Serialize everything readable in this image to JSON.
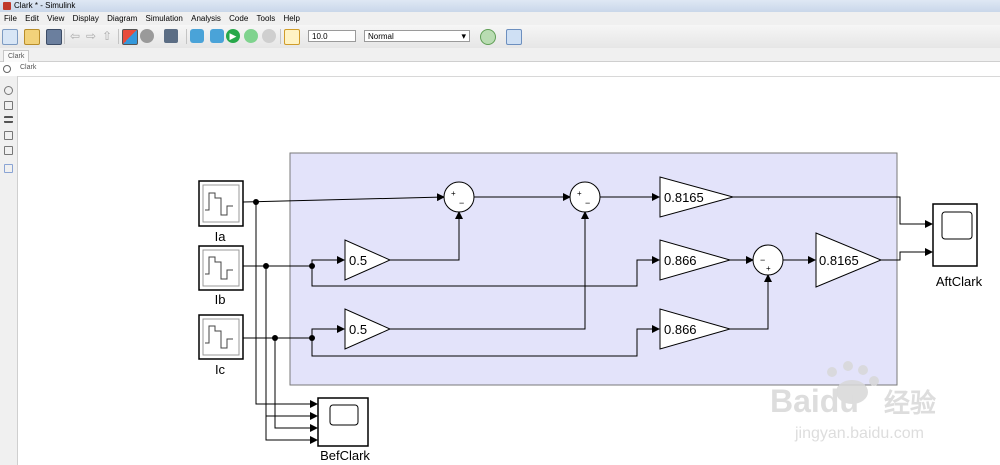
{
  "window": {
    "title": "Clark * - Simulink"
  },
  "menu": [
    "File",
    "Edit",
    "View",
    "Display",
    "Diagram",
    "Simulation",
    "Analysis",
    "Code",
    "Tools",
    "Help"
  ],
  "toolbar": {
    "stop_time": "10.0",
    "sim_mode": "Normal"
  },
  "tabs": [
    "Clark"
  ],
  "breadcrumb": "Clark",
  "blocks": {
    "ia": "Ia",
    "ib": "Ib",
    "ic": "Ic",
    "gain_a": "0.5",
    "gain_b": "0.5",
    "gain_top": "0.8165",
    "gain_866a": "0.866",
    "gain_866b": "0.866",
    "gain_out": "0.8165",
    "scope_after": "AftClark",
    "scope_before": "BefClark"
  },
  "sum_signs": {
    "sum1": [
      "+",
      "−"
    ],
    "sum2": [
      "+",
      "−"
    ],
    "sum3": [
      "−",
      "+"
    ]
  },
  "colors": {
    "subsystem_fill": "#e3e3fa",
    "subsystem_border": "#7a7a7a"
  },
  "watermark": {
    "brand": "Baidu",
    "cn": "经验",
    "url": "jingyan.baidu.com"
  }
}
